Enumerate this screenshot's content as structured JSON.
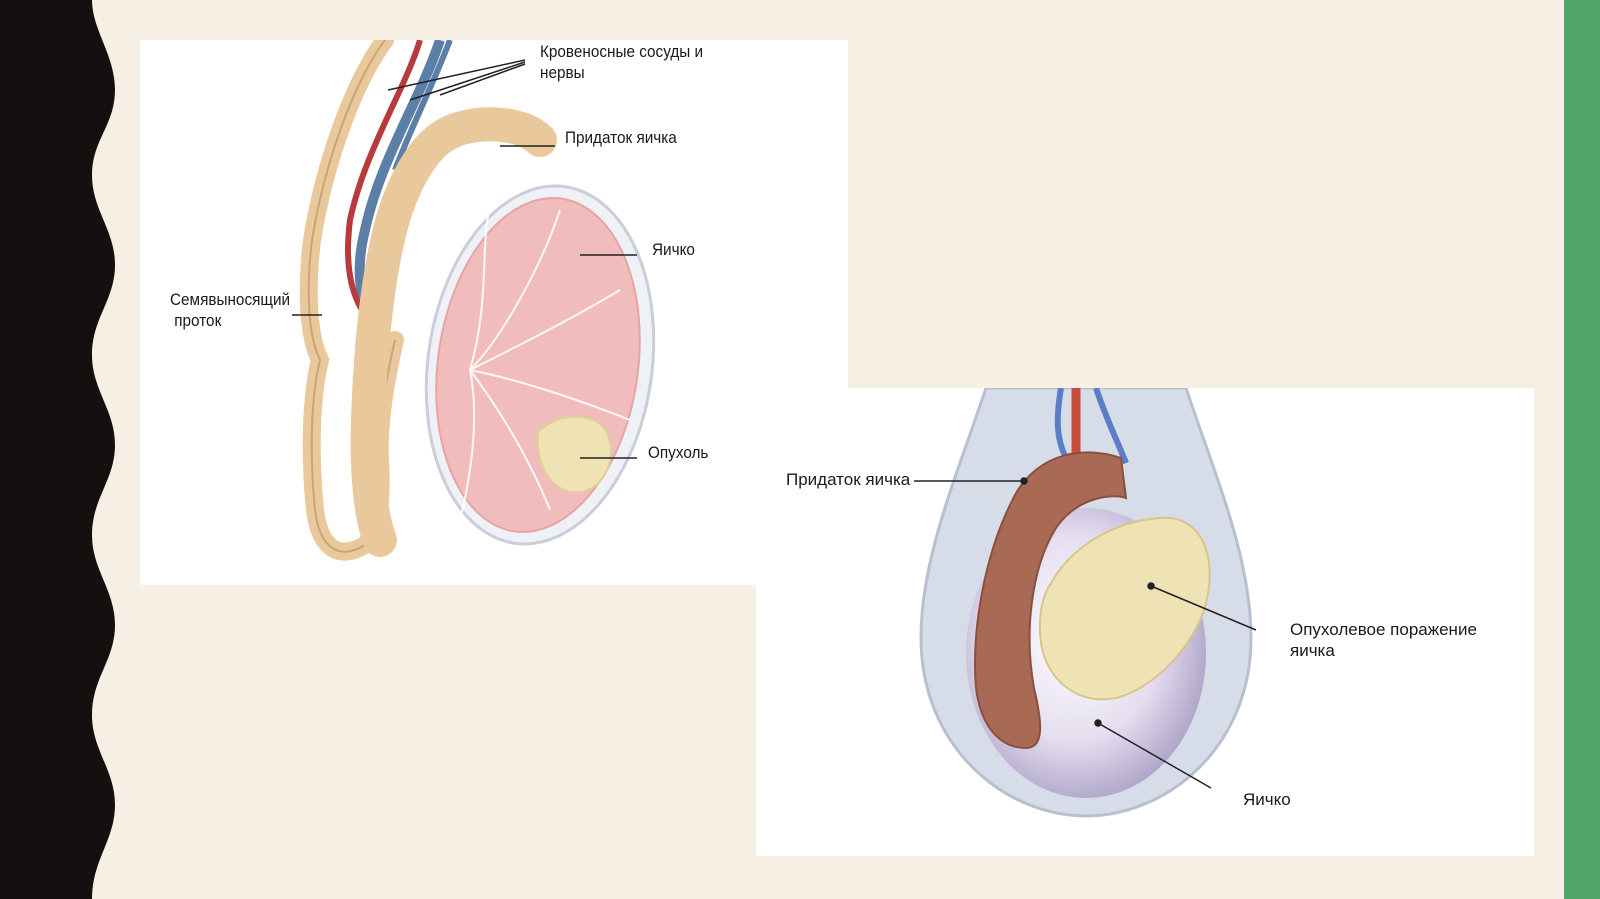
{
  "colors": {
    "background": "#f5f0e3",
    "left_band": "#15100f",
    "right_accent": "#4fa56a",
    "testis_pink": "#f1bcbc",
    "epididymis_tan": "#e9c99c",
    "tumor": "#efe3b6"
  },
  "figure_1": {
    "labels": {
      "vessels": "Кровеносные сосуды и\nнервы",
      "epididymis": "Придаток яичка",
      "testis": "Яичко",
      "vas_deferens": "Семявыносящий\n проток",
      "tumor": "Опухоль"
    }
  },
  "figure_2": {
    "labels": {
      "epididymis": "Придаток яичка",
      "tumor_lesion": "Опухолевое поражение\nяичка",
      "testis": "Яичко"
    }
  }
}
